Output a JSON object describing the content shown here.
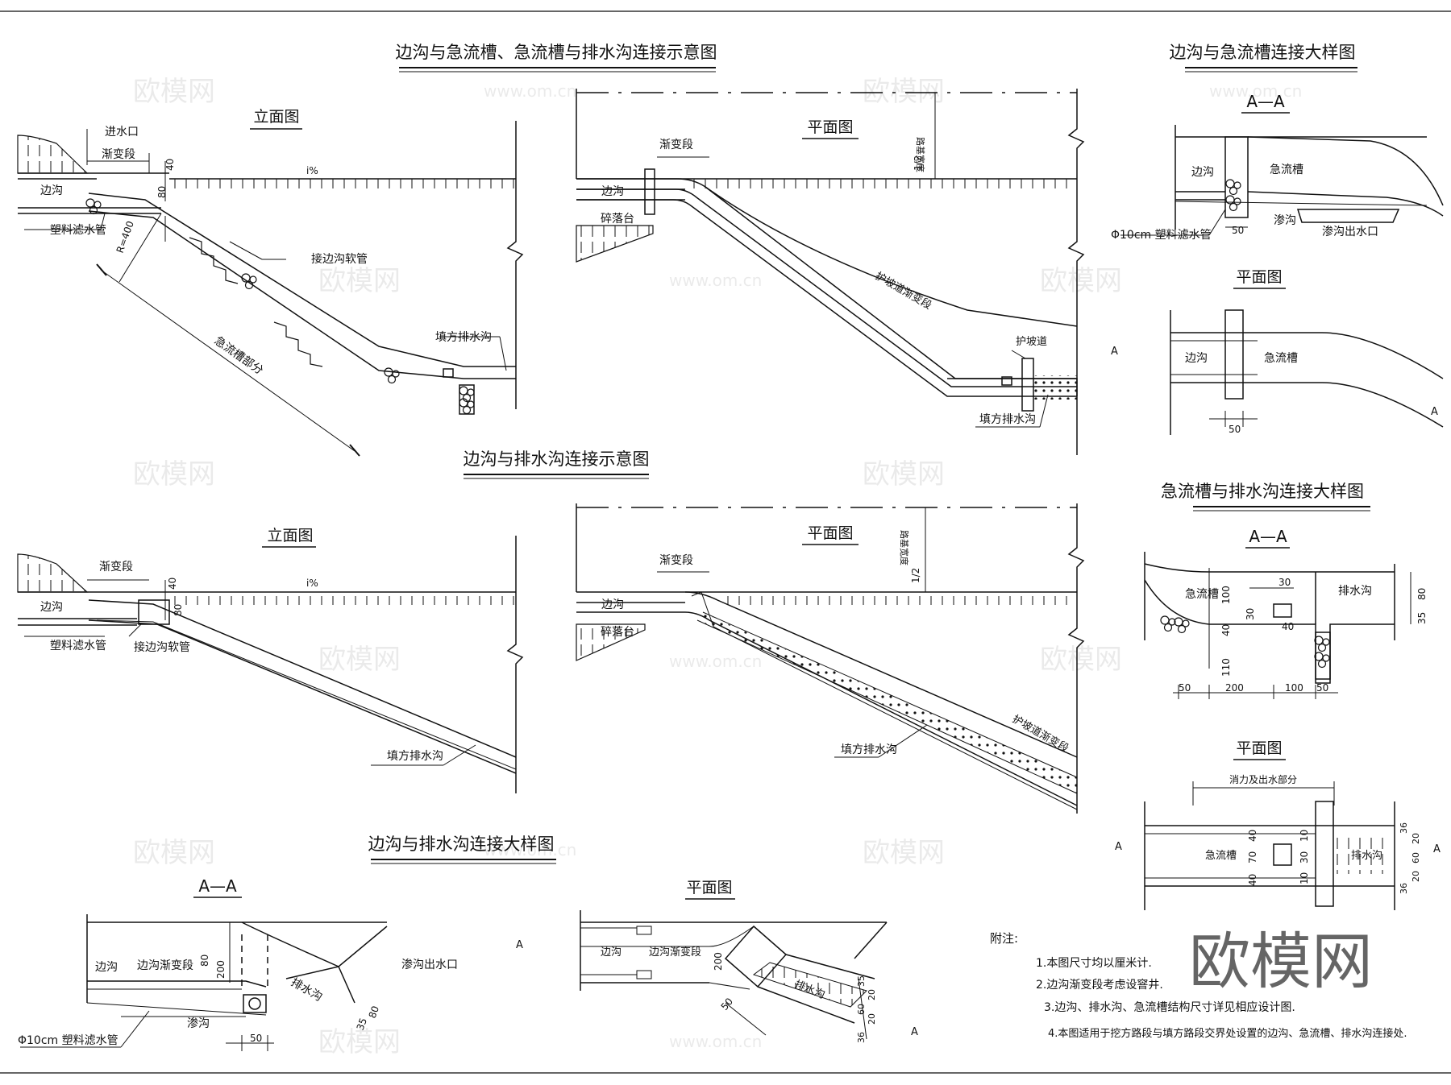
{
  "titles": {
    "t1": "边沟与急流槽、急流槽与排水沟连接示意图",
    "t2": "边沟与急流槽连接大样图",
    "t3": "边沟与排水沟连接示意图",
    "t4": "急流槽与排水沟连接大样图",
    "t5": "边沟与排水沟连接大样图"
  },
  "views": {
    "elevation": "立面图",
    "plan": "平面图",
    "section": "A—A"
  },
  "labels": {
    "inlet": "进水口",
    "transition": "渐变段",
    "side_ditch": "边沟",
    "pipe": "塑料滤水管",
    "pipe_10": "Φ10cm 塑料滤水管",
    "hose": "接边沟软管",
    "chute_part": "急流槽部分",
    "fill_drain": "填方排水沟",
    "platform": "碎落台",
    "slope_trans": "护坡道渐变段",
    "slope_path": "护坡道",
    "chute": "急流槽",
    "seep": "渗沟",
    "outlet": "渗沟出水口",
    "drain": "排水沟",
    "side_trans": "边沟渐变段",
    "energy": "消力及出水部分",
    "road_width": "路基宽度",
    "half": "1/2",
    "slope_pct": "i%",
    "r400": "R=400",
    "a": "A"
  },
  "dims": {
    "d10": "10",
    "d20": "20",
    "d30": "30",
    "d35": "35",
    "d36": "36",
    "d40": "40",
    "d50": "50",
    "d60": "60",
    "d70": "70",
    "d80": "80",
    "d100": "100",
    "d110": "110",
    "d200": "200"
  },
  "notes": {
    "head": "附注:",
    "n1": "1.本图尺寸均以厘米计.",
    "n2": "2.边沟渐变段考虑设窨井.",
    "n3": "3.边沟、排水沟、急流槽结构尺寸详见相应设计图.",
    "n4": "4.本图适用于挖方路段与填方路段交界处设置的边沟、急流槽、排水沟连接处."
  },
  "watermark": {
    "brand": "欧模网",
    "url": "www.om.cn"
  }
}
